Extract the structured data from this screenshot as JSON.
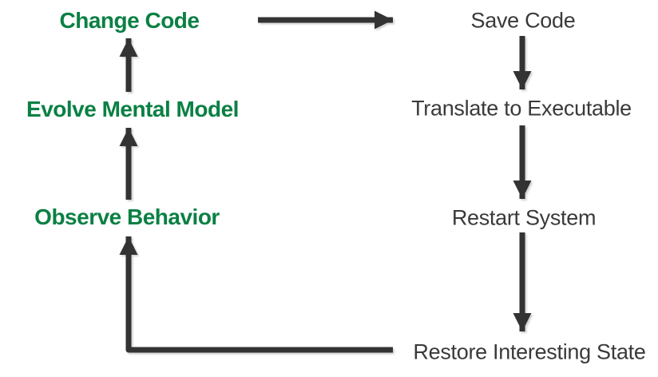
{
  "colors": {
    "background": "#ffffff",
    "left_text": "#0b8044",
    "right_text": "#3a3a3a",
    "arrow": "#333333"
  },
  "nodes": {
    "change_code": "Change Code",
    "evolve_mental_model": "Evolve Mental Model",
    "observe_behavior": "Observe Behavior",
    "save_code": "Save Code",
    "translate_to_executable": "Translate to Executable",
    "restart_system": "Restart System",
    "restore_interesting_state": "Restore Interesting State"
  },
  "edges": [
    {
      "from": "Change Code",
      "to": "Save Code"
    },
    {
      "from": "Save Code",
      "to": "Translate to Executable"
    },
    {
      "from": "Translate to Executable",
      "to": "Restart System"
    },
    {
      "from": "Restart System",
      "to": "Restore Interesting State"
    },
    {
      "from": "Restore Interesting State",
      "to": "Observe Behavior"
    },
    {
      "from": "Observe Behavior",
      "to": "Evolve Mental Model"
    },
    {
      "from": "Evolve Mental Model",
      "to": "Change Code"
    }
  ]
}
